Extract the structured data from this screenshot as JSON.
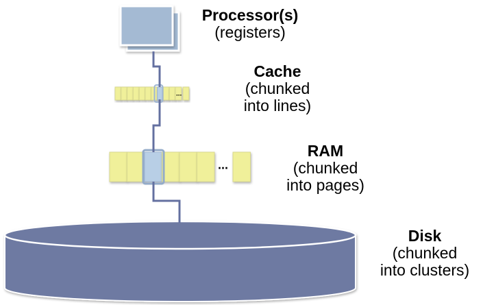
{
  "diagram": {
    "colors": {
      "processor": "#a2b8d2",
      "cache_cell": "#f0f09a",
      "highlight": "#b8cfe6",
      "connector": "#6470a0",
      "disk": "#6e7aa2",
      "disk_edge": "#ffffff"
    },
    "levels": [
      {
        "id": "processor",
        "title": "Processor(s)",
        "subtitle": [
          "(registers)"
        ]
      },
      {
        "id": "cache",
        "title": "Cache",
        "subtitle": [
          "(chunked",
          "into lines)"
        ],
        "ellipsis": "..."
      },
      {
        "id": "ram",
        "title": "RAM",
        "subtitle": [
          "(chunked",
          "into pages)"
        ],
        "ellipsis": "..."
      },
      {
        "id": "disk",
        "title": "Disk",
        "subtitle": [
          "(chunked",
          "into clusters)"
        ]
      }
    ]
  }
}
